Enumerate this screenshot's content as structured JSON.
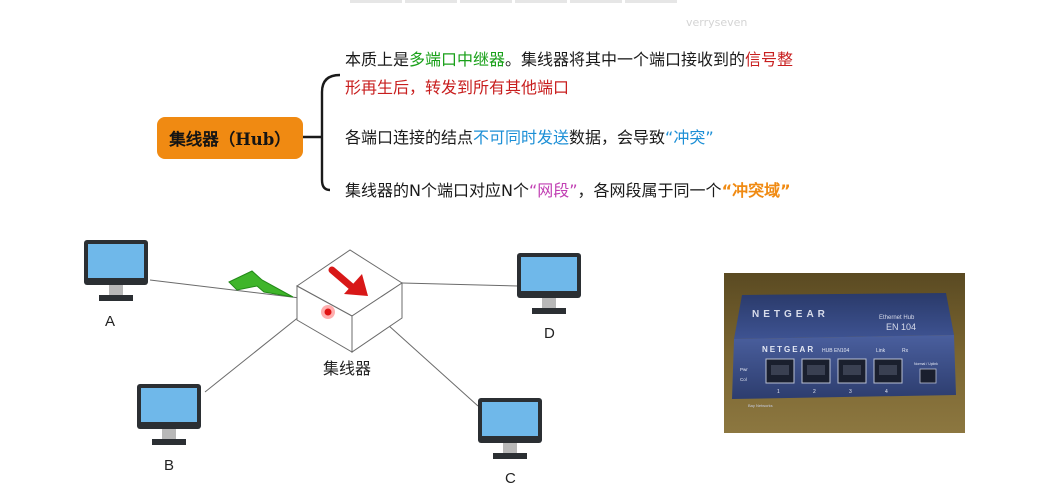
{
  "watermark": "verryseven",
  "hub_label": "集线器（Hub）",
  "points": {
    "p1": {
      "line1": [
        {
          "text": "本质上是",
          "cls": ""
        },
        {
          "text": "多端口中继器",
          "cls": "green"
        },
        {
          "text": "。集线器将其中一个端口接收到的",
          "cls": ""
        },
        {
          "text": "信号整",
          "cls": "red"
        }
      ],
      "line2": [
        {
          "text": "形再生后，转发到所有其他端口",
          "cls": "red"
        }
      ]
    },
    "p2": [
      {
        "text": "各端口连接的结点",
        "cls": ""
      },
      {
        "text": "不可同时发送",
        "cls": "blue"
      },
      {
        "text": "数据，会导致",
        "cls": ""
      },
      {
        "text": "“冲突”",
        "cls": "blue"
      }
    ],
    "p3": [
      {
        "text": "集线器的N个端口对应N个",
        "cls": ""
      },
      {
        "text": "“网段”",
        "cls": "magenta"
      },
      {
        "text": "，各网段属于同一个",
        "cls": ""
      },
      {
        "text": "“冲突域”",
        "cls": "orange"
      }
    ]
  },
  "diagram": {
    "hub_caption": "集线器",
    "computers": [
      {
        "id": "A",
        "label": "A"
      },
      {
        "id": "B",
        "label": "B"
      },
      {
        "id": "C",
        "label": "C"
      },
      {
        "id": "D",
        "label": "D"
      }
    ]
  },
  "photo": {
    "brand": "NETGEAR",
    "product": "Ethernet Hub",
    "model": "EN 104",
    "model_label": "HUB EN104",
    "port_numbers": [
      "1",
      "2",
      "3",
      "4"
    ],
    "indicators": [
      "Link",
      "Rx"
    ],
    "left_indicators": [
      "Pwr",
      "Col"
    ],
    "footer": "Bay Networks",
    "switch_label": "Normal / Uplink"
  }
}
